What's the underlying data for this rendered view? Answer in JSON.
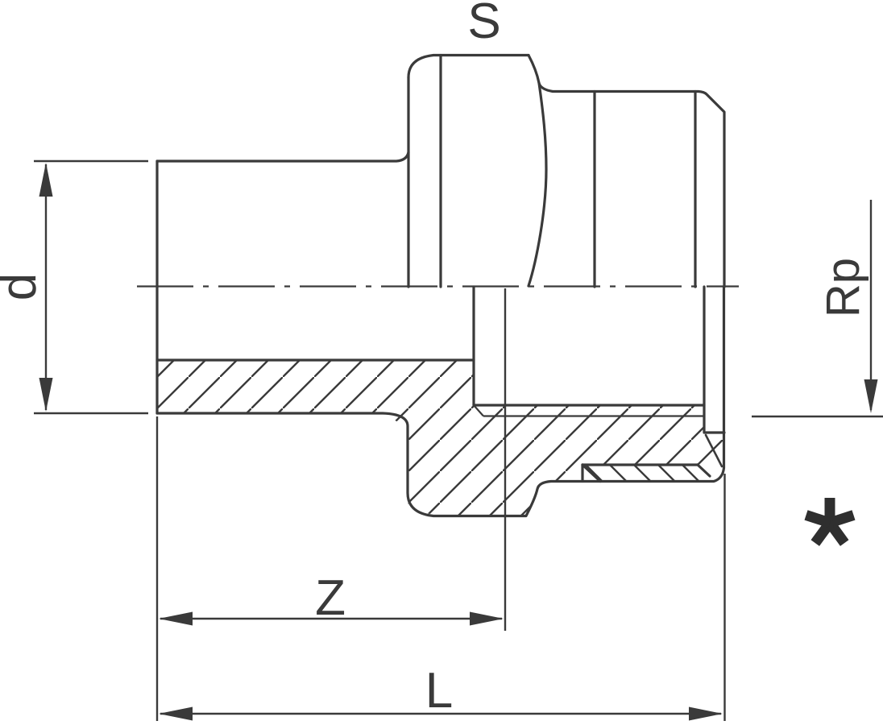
{
  "drawing": {
    "labels": {
      "wrench_size": "S",
      "pipe_diameter": "d",
      "thread_size": "Rp",
      "z_dimension": "Z",
      "overall_length": "L",
      "footnote_symbol": "*"
    },
    "colors": {
      "line": "#3a3a3a",
      "background": "#ffffff"
    }
  }
}
